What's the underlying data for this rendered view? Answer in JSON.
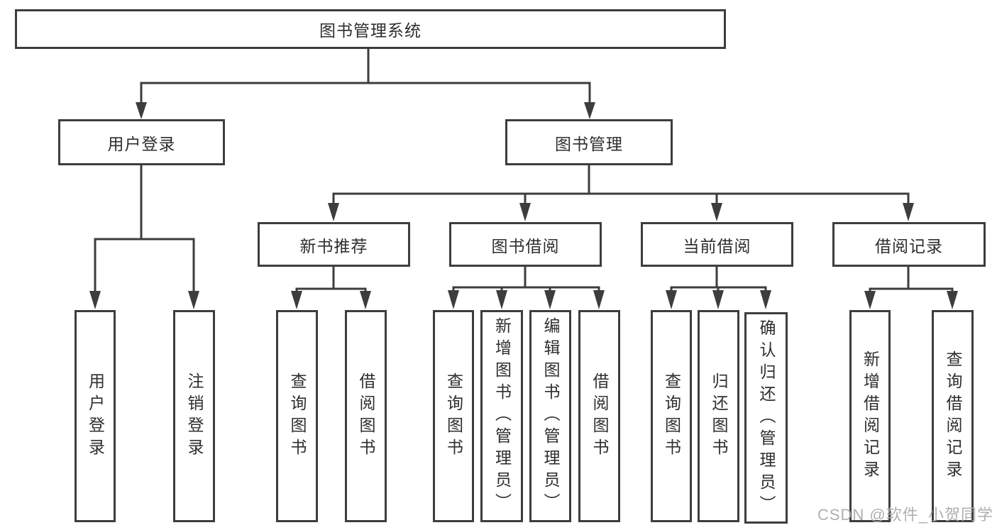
{
  "colors": {
    "line": "#3d3d3d",
    "box_border": "#3d3d3d",
    "text": "#2e2e2e",
    "watermark": "#a8a8a8",
    "background": "#ffffff"
  },
  "watermark": "CSDN @软件_小贺同学",
  "tree": {
    "root": {
      "label": "图书管理系统",
      "children": [
        {
          "label": "用户登录",
          "children": [
            {
              "label": "用户登录"
            },
            {
              "label": "注销登录"
            }
          ]
        },
        {
          "label": "图书管理",
          "children": [
            {
              "label": "新书推荐",
              "children": [
                {
                  "label": "查询图书"
                },
                {
                  "label": "借阅图书"
                }
              ]
            },
            {
              "label": "图书借阅",
              "children": [
                {
                  "label": "查询图书"
                },
                {
                  "label": "新增图书（管理员）"
                },
                {
                  "label": "编辑图书（管理员）"
                },
                {
                  "label": "借阅图书"
                }
              ]
            },
            {
              "label": "当前借阅",
              "children": [
                {
                  "label": "查询图书"
                },
                {
                  "label": "归还图书"
                },
                {
                  "label": "确认归还（管理员）"
                }
              ]
            },
            {
              "label": "借阅记录",
              "children": [
                {
                  "label": "新增借阅记录"
                },
                {
                  "label": "查询借阅记录"
                }
              ]
            }
          ]
        }
      ]
    }
  }
}
